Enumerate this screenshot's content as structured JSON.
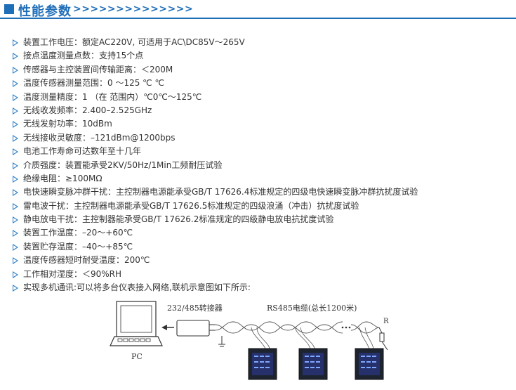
{
  "header": {
    "title": "性能参数",
    "arrows": ">>>>>>>>>>>>>>"
  },
  "specs": [
    "装置工作电压：额定AC220V, 可适用于AC\\DC85V～265V",
    "接点温度测量点数：支持15个点",
    "传感器与主控装置间传输距离：＜200M",
    "温度传感器测量范围：0 ～125 ℃ ℃",
    "温度测量精度：1 （在 范围内）℃0℃～125℃",
    "无线收发频率：2.400–2.525GHz",
    "无线发射功率：10dBm",
    "无线接收灵敏度：–121dBm@1200bps",
    "电池工作寿命可达数年至十几年",
    "介质强度：装置能承受2KV/50Hz/1Min工频耐压试验",
    "绝缘电阻：≥100MΩ",
    "电快速瞬变脉冲群干扰：主控制器电源能承受GB/T 17626.4标准规定的四级电快速瞬变脉冲群抗扰度试验",
    "雷电波干扰：主控制器电源能承受GB/T 17626.5标准规定的四级浪涌（冲击）抗扰度试验",
    "静电放电干扰：主控制器能承受GB/T 17626.2标准规定的四级静电放电抗扰度试验",
    "装置工作温度：–20～+60℃",
    "装置贮存温度：–40～+85℃",
    "温度传感器短时耐受温度：200℃",
    "工作相对湿度：＜90%RH",
    "实现多机通讯:可以将多台仪表接入网络,联机示意图如下所示:"
  ],
  "diagram": {
    "converter_label": "232/485转接器",
    "cable_label": "RS485电缆(总长1200米)",
    "pc_label": "PC",
    "resistor_label": "R"
  },
  "colors": {
    "accent": "#1f6eb8",
    "bullet": "#2b7cc4"
  }
}
